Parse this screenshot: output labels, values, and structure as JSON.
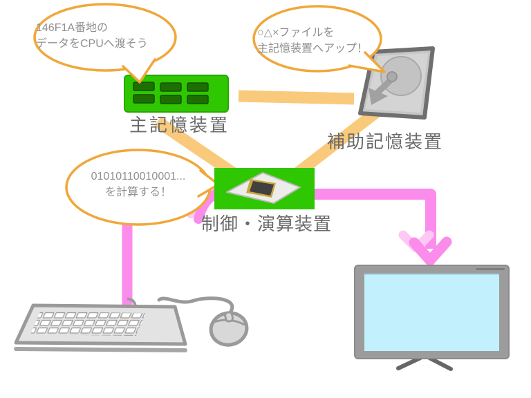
{
  "diagram": {
    "bubbles": {
      "memory": {
        "line1": "146F1A番地の",
        "line2": "データをCPUへ渡そう"
      },
      "storage": {
        "line1": "○△×ファイルを",
        "line2": "主記憶装置へアップ！"
      },
      "cpu": {
        "line1": "01010110010001...",
        "line2": "を計算する！"
      }
    },
    "labels": {
      "main_memory": "主記憶装置",
      "auxiliary_storage": "補助記憶装置",
      "cpu_unit": "制御・演算装置"
    },
    "colors": {
      "bubble_outline": "#f0a73a",
      "data_band_orange": "#f9ca7b",
      "signal_pink": "#fb8ceb",
      "signal_pink_light": "#fdc9f4",
      "device_green": "#2fc701",
      "chip_dark_green": "#1d6f02",
      "gold": "#c9b43c",
      "screen_cyan": "#c2f0fd",
      "hardware_gray": "#9a9a9a",
      "label_text": "#6b6b6b",
      "bubble_text": "#8f8f8f"
    }
  }
}
